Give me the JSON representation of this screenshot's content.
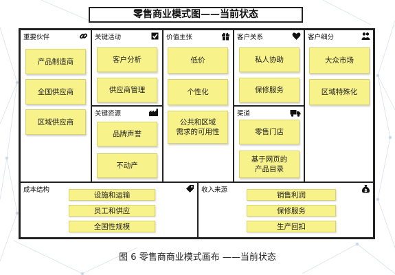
{
  "title": "零售商业模式图——当前状态",
  "caption": "图 6 零售商商业模式画布 ——当前状态",
  "colors": {
    "note": "#f8f28a",
    "border": "#222222",
    "network": "#c9d4e6"
  },
  "blocks": {
    "key_partners": {
      "header": "重要伙伴",
      "icon": "link-icon",
      "notes": [
        "产品制造商",
        "全国供应商",
        "区域供应商"
      ]
    },
    "key_activities": {
      "header": "关键活动",
      "icon": "checkbox-icon",
      "notes": [
        "客户分析",
        "供应商管理"
      ]
    },
    "key_resources": {
      "header": "关键资源",
      "icon": "factory-icon",
      "notes": [
        "品牌声誉",
        "不动产"
      ]
    },
    "value_propositions": {
      "header": "价值主张",
      "icon": "gift-icon",
      "notes": [
        "低价",
        "个性化",
        "公共和区域\n需求的可用性"
      ]
    },
    "customer_relationships": {
      "header": "客户关系",
      "icon": "heart-icon",
      "notes": [
        "私人协助",
        "保修服务"
      ]
    },
    "channels": {
      "header": "渠道",
      "icon": "truck-icon",
      "notes": [
        "零售门店",
        "基于网页的\n产品目录"
      ]
    },
    "customer_segments": {
      "header": "客户细分",
      "icon": "people-icon",
      "notes": [
        "大众市场",
        "区域特殊化"
      ]
    },
    "cost_structure": {
      "header": "成本结构",
      "icon": "tag-icon",
      "notes": [
        "设施和运输",
        "员工和供应",
        "全国性规模"
      ]
    },
    "revenue_streams": {
      "header": "收入来源",
      "icon": "money-bag-icon",
      "notes": [
        "销售利润",
        "保修服务",
        "生产回扣"
      ]
    }
  }
}
